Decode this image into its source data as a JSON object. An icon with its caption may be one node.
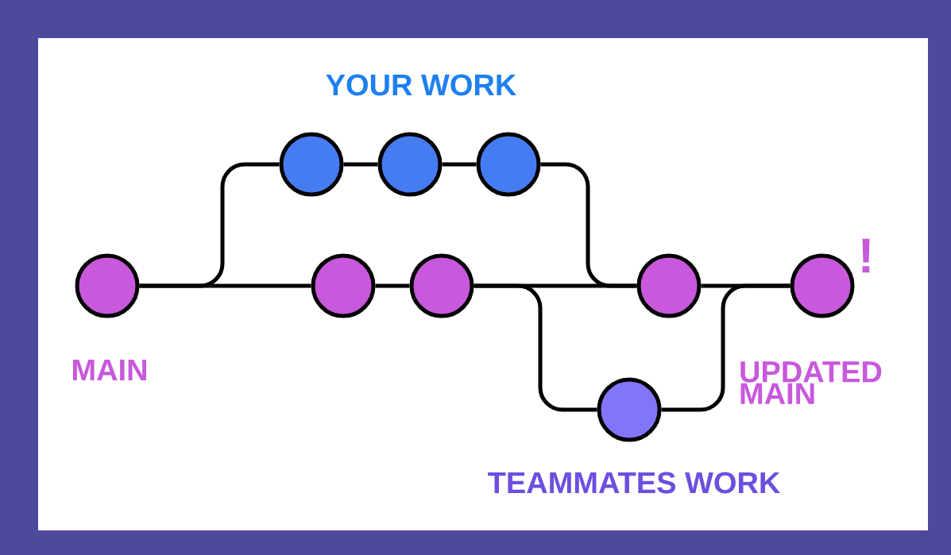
{
  "diagram": {
    "nodes": [
      {
        "text": [],
        "shape": "circle"
      },
      {
        "text": [],
        "shape": "circle"
      },
      {
        "text": [],
        "shape": "circle"
      },
      {
        "text": [],
        "shape": "circle"
      },
      {
        "text": [],
        "shape": "circle"
      },
      {
        "text": [],
        "shape": "circle"
      },
      {
        "text": [],
        "shape": "circle"
      },
      {
        "text": [],
        "shape": "circle"
      },
      {
        "text": [],
        "shape": "circle"
      }
    ],
    "edges": [
      {
        "from": 0,
        "to": 1,
        "arrow": "none"
      },
      {
        "from": 0,
        "to": 2,
        "arrow": "none"
      },
      {
        "from": 1,
        "to": 3,
        "arrow": "none"
      },
      {
        "from": 3,
        "to": 5,
        "arrow": "none"
      },
      {
        "from": 5,
        "to": 7,
        "arrow": "none"
      },
      {
        "from": 2,
        "to": 4,
        "arrow": "none"
      },
      {
        "from": 4,
        "to": 6,
        "arrow": "none"
      },
      {
        "from": 4,
        "to": 7,
        "arrow": "none"
      },
      {
        "from": 7,
        "to": 8,
        "arrow": "none"
      },
      {
        "from": 6,
        "to": 8,
        "arrow": "none"
      }
    ],
    "labels": [
      "YOUR WORK",
      "MAIN",
      "!",
      "UPDATED MAIN",
      "TEAMMATES WORK"
    ]
  }
}
